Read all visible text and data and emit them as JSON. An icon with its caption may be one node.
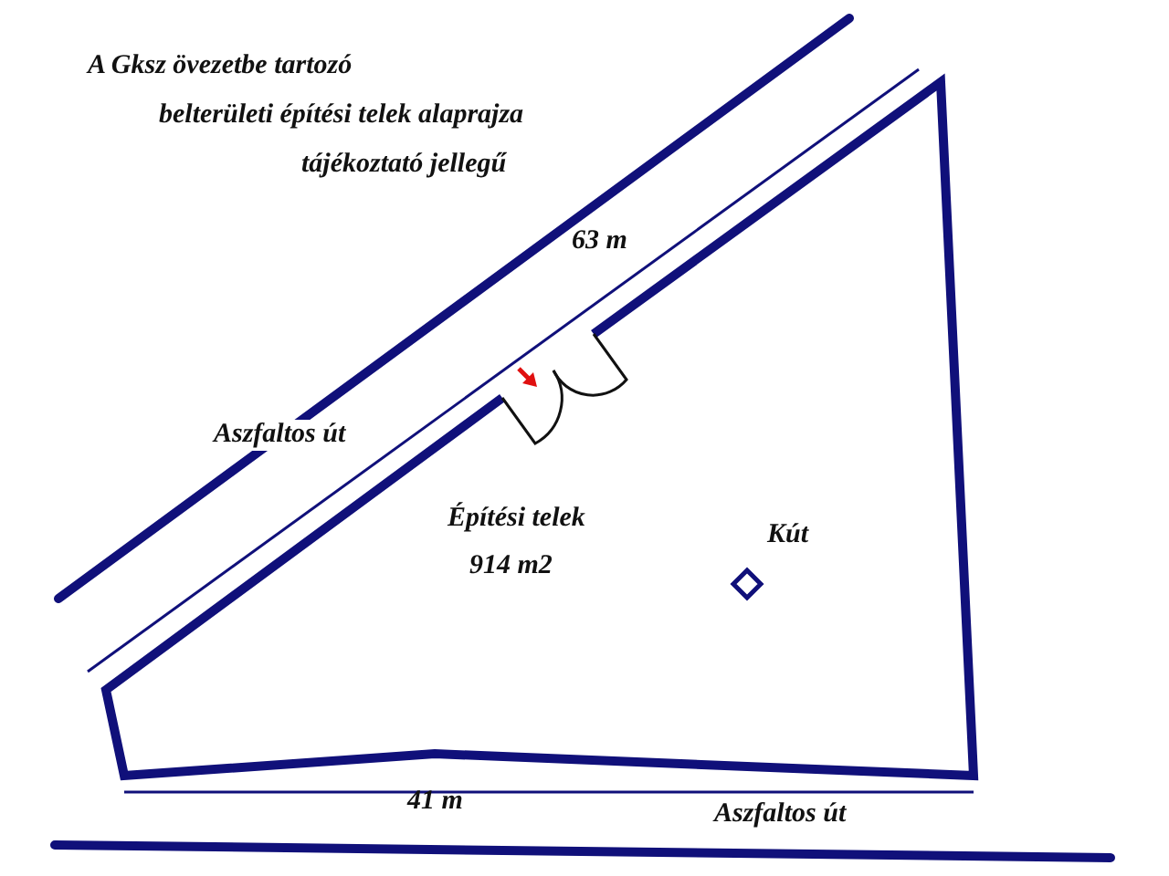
{
  "diagram": {
    "nodes": [
      {
        "text": [
          "Építési telek",
          "914 m2"
        ]
      },
      {
        "text": [],
        "shape": "diamond",
        "in": 0,
        "beside": [
          "Kút"
        ]
      }
    ],
    "labels": [
      "A Gksz övezetbe tartozó",
      "belterületi építési telek alaprajza",
      "tájékoztató jellegű",
      "63 m",
      "Aszfaltos út",
      "41 m",
      "Aszfaltos út"
    ]
  }
}
